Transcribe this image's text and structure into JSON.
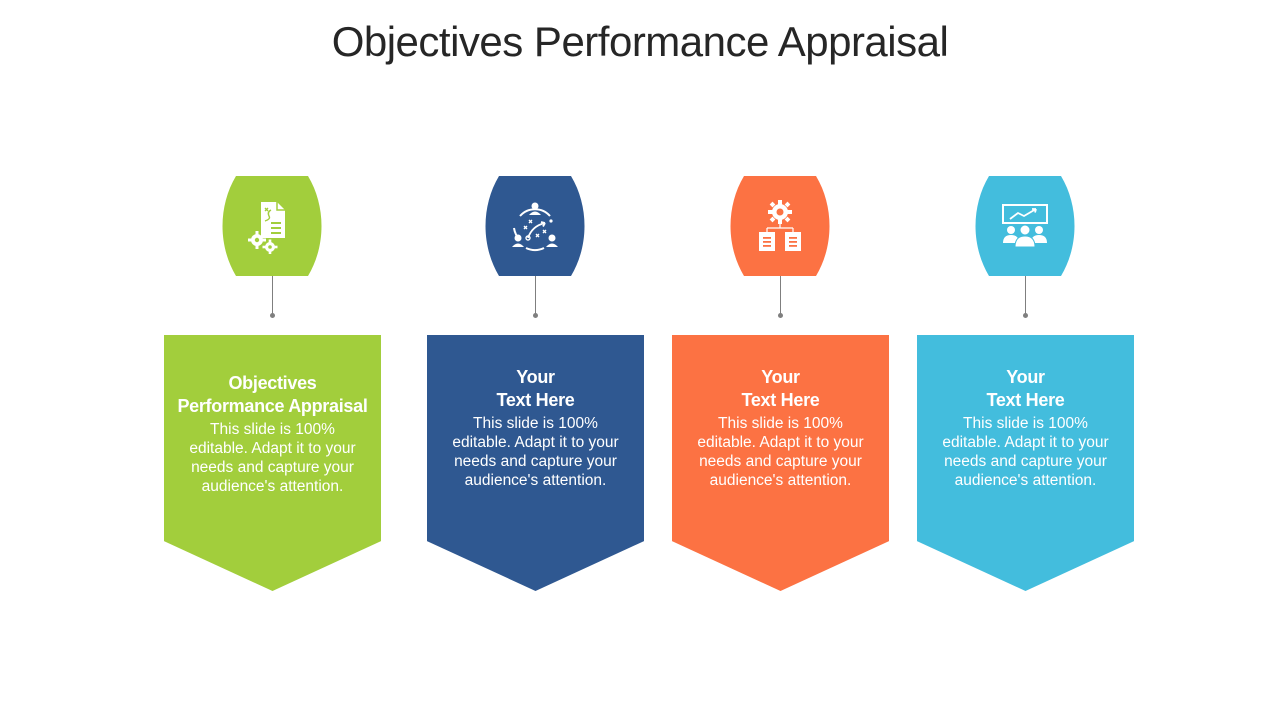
{
  "title": "Objectives Performance Appraisal",
  "colors": {
    "green": "#A2CE3C",
    "blue": "#2F5891",
    "orange": "#FC7243",
    "cyan": "#43BDDD",
    "connector": "#7F7F7F",
    "title_text": "#262626"
  },
  "cards": [
    {
      "icon": "document-gears-icon",
      "heading_line1": "Objectives",
      "heading_line2": "Performance Appraisal",
      "body": "This slide is 100% editable. Adapt it to your needs and capture your audience's attention."
    },
    {
      "icon": "team-strategy-icon",
      "heading_line1": "Your",
      "heading_line2": "Text Here",
      "body": "This slide is 100% editable. Adapt it to your needs and capture your audience's attention."
    },
    {
      "icon": "gear-hierarchy-icon",
      "heading_line1": "Your",
      "heading_line2": "Text Here",
      "body": "This slide is 100% editable. Adapt it to your needs and capture your audience's attention."
    },
    {
      "icon": "team-growth-chart-icon",
      "heading_line1": "Your",
      "heading_line2": "Text Here",
      "body": "This slide is 100% editable. Adapt it to your needs and capture your audience's attention."
    }
  ]
}
